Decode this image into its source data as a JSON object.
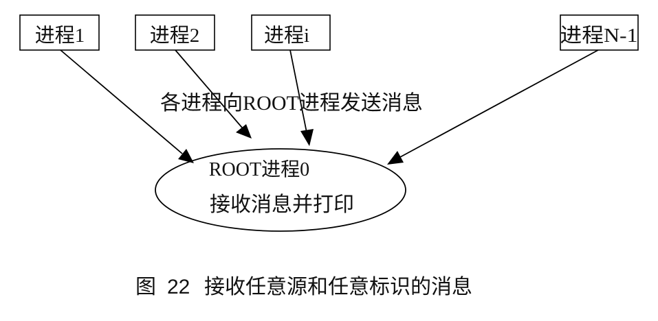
{
  "diagram": {
    "processes": [
      {
        "id": "p1",
        "label": "进程1"
      },
      {
        "id": "p2",
        "label": "进程2"
      },
      {
        "id": "pi",
        "label": "进程i"
      },
      {
        "id": "pn",
        "label": "进程N-1"
      }
    ],
    "edge_label": "各进程向ROOT进程发送消息",
    "root": {
      "line1": "ROOT进程0",
      "line2": "接收消息并打印"
    },
    "edges": [
      {
        "from": "p1",
        "to": "root"
      },
      {
        "from": "p2",
        "to": "root"
      },
      {
        "from": "pi",
        "to": "root"
      },
      {
        "from": "pn",
        "to": "root"
      }
    ]
  },
  "caption": {
    "prefix": "图",
    "number": "22",
    "text": "接收任意源和任意标识的消息"
  },
  "colors": {
    "stroke": "#000000",
    "background": "#ffffff",
    "text": "#111111"
  }
}
